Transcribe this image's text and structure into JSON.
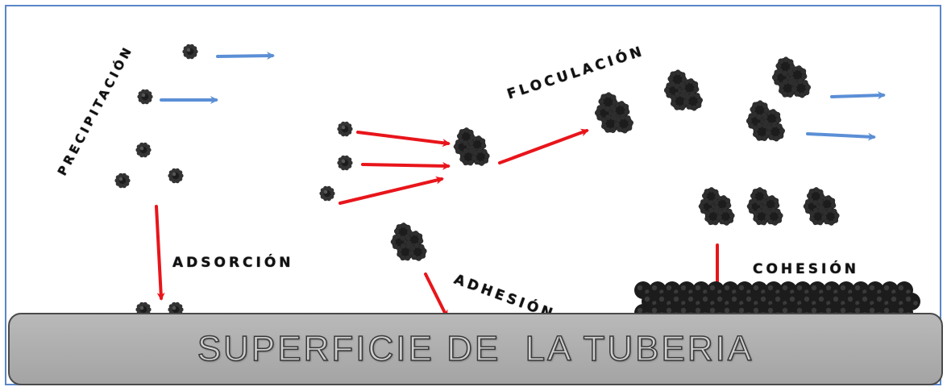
{
  "labels": {
    "precipitacion": "PRECIPITACIÓN",
    "floculacion": "FLOCULACIÓN",
    "adsorcion": "ADSORCIÓN",
    "adhesion": "ADHESIÓN",
    "cohesion": "COHESIÓN"
  },
  "surface": {
    "text": "SUPERFICIE DE  LA TUBERIA"
  },
  "colors": {
    "red_arrow": "#e8151b",
    "blue_arrow": "#5b8fd6",
    "particle": "#1c1c1c",
    "surface": "#ababab",
    "border": "#5a86c8"
  }
}
